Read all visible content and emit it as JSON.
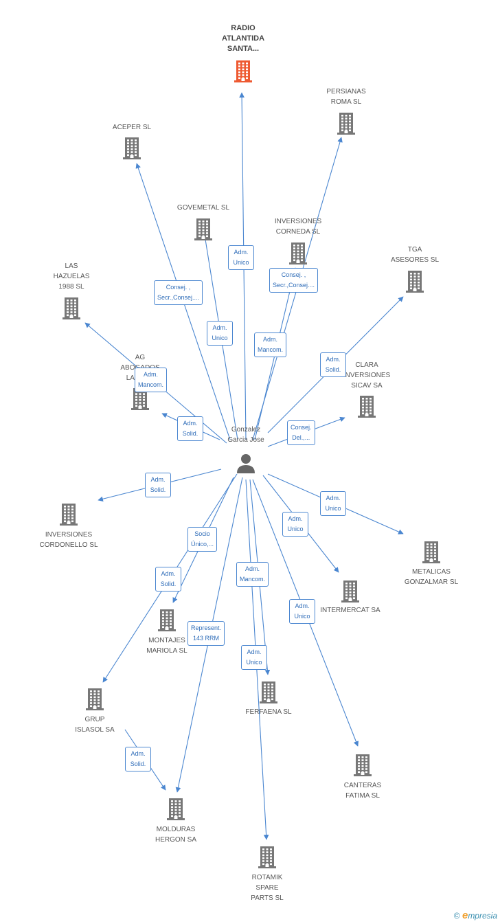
{
  "colors": {
    "edge": "#4a86d0",
    "building": "#777777",
    "focus_building": "#ee5a32",
    "person": "#666666"
  },
  "person": {
    "label": "Gonzalez\nGarcia Jose",
    "icon": "person-icon"
  },
  "companies": [
    {
      "id": "radio-atlantida",
      "label": "RADIO\nATLANTIDA\nSANTA...",
      "focus": true
    },
    {
      "id": "persianas-roma",
      "label": "PERSIANAS\nROMA SL"
    },
    {
      "id": "aceper",
      "label": "ACEPER SL"
    },
    {
      "id": "govemetal",
      "label": "GOVEMETAL SL"
    },
    {
      "id": "inversiones-corneda",
      "label": "INVERSIONES\nCORNEDA SL"
    },
    {
      "id": "tga-asesores",
      "label": "TGA\nASESORES SL"
    },
    {
      "id": "las-hazuelas",
      "label": "LAS\nHAZUELAS\n1988 SL"
    },
    {
      "id": "ag-abogados",
      "label": "AG\nABOGADOS\nLANZA..."
    },
    {
      "id": "clara-inversiones",
      "label": "CLARA\nINVERSIONES\nSICAV SA"
    },
    {
      "id": "inversiones-cordonello",
      "label": "INVERSIONES\nCORDONELLO SL"
    },
    {
      "id": "metalicas-gonzalmar",
      "label": "METALICAS\nGONZALMAR SL"
    },
    {
      "id": "intermercat",
      "label": "INTERMERCAT SA"
    },
    {
      "id": "montajes-mariola",
      "label": "MONTAJES\nMARIOLA SL"
    },
    {
      "id": "ferfaena",
      "label": "FERFAENA SL"
    },
    {
      "id": "grup-islasol",
      "label": "GRUP\nISLASOL SA"
    },
    {
      "id": "canteras-fatima",
      "label": "CANTERAS\nFATIMA SL"
    },
    {
      "id": "molduras-hergon",
      "label": "MOLDURAS\nHERGON SA"
    },
    {
      "id": "rotamik-spare",
      "label": "ROTAMIK\nSPARE\nPARTS SL"
    }
  ],
  "relations": [
    {
      "from": "person",
      "to": "radio-atlantida",
      "label": "Adm.\nUnico"
    },
    {
      "from": "person",
      "to": "persianas-roma",
      "label": "Consej. ,\nSecr.,Consej...."
    },
    {
      "from": "person",
      "to": "aceper",
      "label": "Consej. ,\nSecr.,Consej...."
    },
    {
      "from": "person",
      "to": "govemetal",
      "label": "Adm.\nUnico"
    },
    {
      "from": "person",
      "to": "inversiones-corneda",
      "label": "Adm.\nMancom."
    },
    {
      "from": "person",
      "to": "tga-asesores",
      "label": "Adm.\nSolid."
    },
    {
      "from": "person",
      "to": "las-hazuelas",
      "label": "Adm.\nMancom."
    },
    {
      "from": "person",
      "to": "ag-abogados",
      "label": "Adm.\nSolid."
    },
    {
      "from": "person",
      "to": "clara-inversiones",
      "label": "Consej.\nDel.,..."
    },
    {
      "from": "person",
      "to": "inversiones-cordonello",
      "label": "Adm.\nSolid."
    },
    {
      "from": "person",
      "to": "metalicas-gonzalmar",
      "label": "Adm.\nUnico"
    },
    {
      "from": "person",
      "to": "intermercat",
      "label": "Adm.\nUnico"
    },
    {
      "from": "person",
      "to": "montajes-mariola",
      "label": "Socio\nÚnico,..."
    },
    {
      "from": "person",
      "to": "ferfaena",
      "label": "Adm.\nMancom."
    },
    {
      "from": "person",
      "to": "grup-islasol",
      "label": "Adm.\nSolid."
    },
    {
      "from": "person",
      "to": "canteras-fatima",
      "label": "Adm.\nUnico"
    },
    {
      "from": "person",
      "to": "molduras-hergon",
      "label": "Represent.\n143 RRM"
    },
    {
      "from": "person",
      "to": "rotamik-spare",
      "label": "Adm.\nUnico"
    },
    {
      "from": "grup-islasol",
      "to": "molduras-hergon",
      "label": "Adm.\nSolid."
    }
  ],
  "footer": {
    "copyright": "©",
    "brand_initial": "e",
    "brand_rest": "mpresia"
  }
}
